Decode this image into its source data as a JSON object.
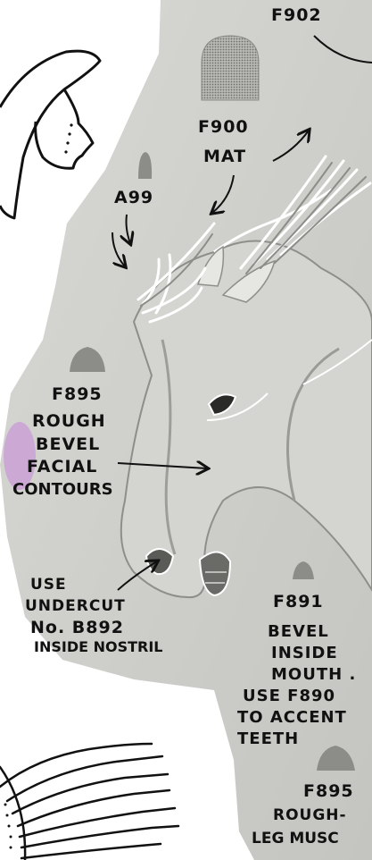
{
  "colors": {
    "leather": "#cfcfcc",
    "leather_shadow": "#9a9a96",
    "ink": "#111111",
    "highlight": "#ffffff",
    "pink_smudge": "#c99ad6"
  },
  "labels": {
    "f902": "F902",
    "f900": "F900",
    "mat": "MAT",
    "a99": "A99",
    "f895": "F895",
    "rough": "ROUGH",
    "bevel": "BEVEL",
    "facial": "FACIAL",
    "contours": "CONTOURS",
    "use": "USE",
    "undercut": "UNDERCUT",
    "no_b892": "No. B892",
    "inside_nostril": "INSIDE NOSTRIL",
    "f891": "F891",
    "bevel2": "BEVEL",
    "inside": "INSIDE",
    "mouth": "MOUTH .",
    "use_f890": "USE F890",
    "to_accent": "TO ACCENT",
    "teeth": "TEETH",
    "f895_leg": "F895",
    "rough_dash": "ROUGH-",
    "leg_musc": "LEG MUSC"
  }
}
